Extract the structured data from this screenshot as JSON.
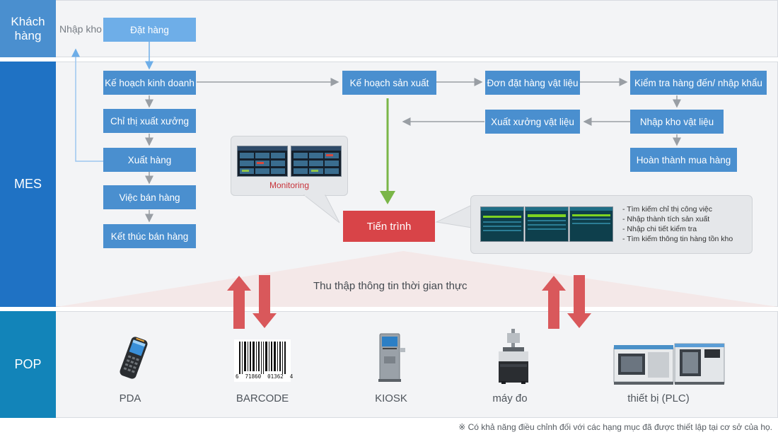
{
  "lanes": {
    "customer": [
      "Khách",
      "hàng"
    ],
    "mes": "MES",
    "pop": "POP"
  },
  "customer": {
    "stock_in": "Nhập kho",
    "order": "Đặt hàng"
  },
  "mes": {
    "business_plan": "Kế hoạch kinh doanh",
    "shipping_order": "Chỉ thị xuất xưởng",
    "shipment": "Xuất hàng",
    "sales": "Việc bán hàng",
    "sales_end": "Kết thúc bán hàng",
    "production_plan": "Kế hoạch sản xuất",
    "material_order": "Đơn đặt hàng vật liệu",
    "inspection_import": "Kiểm tra hàng đến/ nhập khẩu",
    "material_stock_in": "Nhập kho vật liệu",
    "material_release": "Xuất xưởng vật liệu",
    "purchase_complete": "Hoàn thành mua hàng",
    "process": "Tiến trình",
    "monitoring": "Monitoring",
    "process_features": [
      "- Tìm kiếm chỉ thị công việc",
      "- Nhập thành tích sản xuất",
      "- Nhập chi tiết kiểm tra",
      "- Tìm kiếm thông tin hàng tồn kho"
    ],
    "realtime": "Thu thập thông tin thời gian thực"
  },
  "pop": {
    "devices": [
      {
        "label": "PDA",
        "icon": "pda-icon"
      },
      {
        "label": "BARCODE",
        "icon": "barcode-icon"
      },
      {
        "label": "KIOSK",
        "icon": "kiosk-icon"
      },
      {
        "label": "máy đo",
        "icon": "measuring-machine-icon"
      },
      {
        "label": "thiết bị (PLC)",
        "icon": "plc-equipment-icon"
      }
    ],
    "barcode_digits": "6  71860  01362  4"
  },
  "footnote": "※ Có khả năng điều chỉnh đối với các hạng mục đã được thiết lập tại cơ sở của họ.",
  "colors": {
    "customer_lane": "#4a8fcf",
    "mes_lane": "#1f72c4",
    "pop_lane": "#1284b9",
    "box": "#4a8fcf",
    "order_box": "#6eaee8",
    "process_box": "#d84448",
    "down_arrow": "#7ab648",
    "sync_arrow": "#d9585b"
  }
}
